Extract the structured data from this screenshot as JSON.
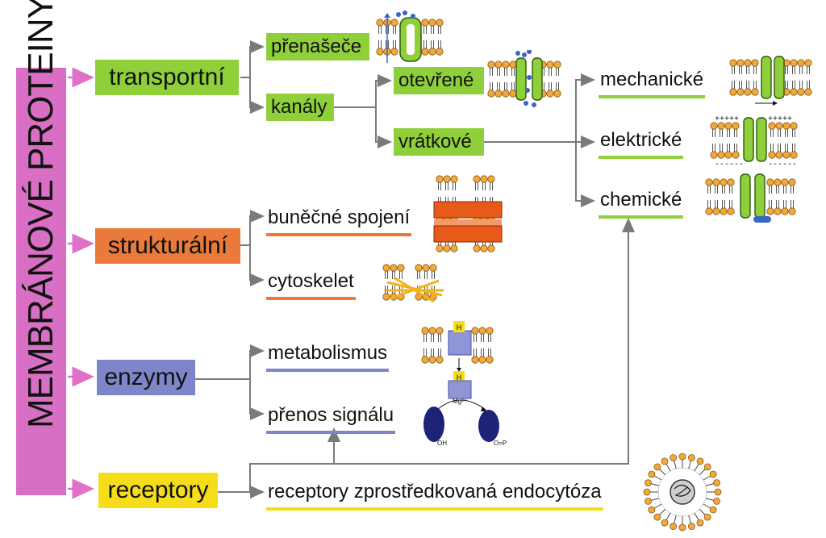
{
  "root": "MEMBRÁNOVÉ PROTEINY",
  "categories": {
    "transport": "transportní",
    "structural": "strukturální",
    "enzymes": "enzymy",
    "receptors": "receptory"
  },
  "transport": {
    "carriers": "přenašeče",
    "channels": "kanály",
    "open": "otevřené",
    "gated": "vrátkové"
  },
  "gating": {
    "mechanical": "mechanické",
    "electrical": "elektrické",
    "chemical": "chemické"
  },
  "structural": {
    "junctions": "buněčné spojení",
    "cytoskeleton": "cytoskelet"
  },
  "enzymes": {
    "metabolism": "metabolismus",
    "signal": "přenos signálu"
  },
  "receptors": {
    "endocytosis": "receptory zprostředkovaná endocytóza"
  },
  "enzyme_figure": {
    "h_label": "H",
    "ion": "Mg²⁺",
    "left_group": "OH",
    "right_group": "O=P"
  },
  "electric_charges": {
    "plus": "+++++",
    "minus": "------"
  },
  "colors": {
    "root": "#d86fc4",
    "transport": "#8fcf3a",
    "structural": "#ea7a3a",
    "enzymes": "#7f85c9",
    "receptors": "#f5dd1a",
    "line": "#7a7a7a",
    "pink_arrow": "#e070c8"
  }
}
